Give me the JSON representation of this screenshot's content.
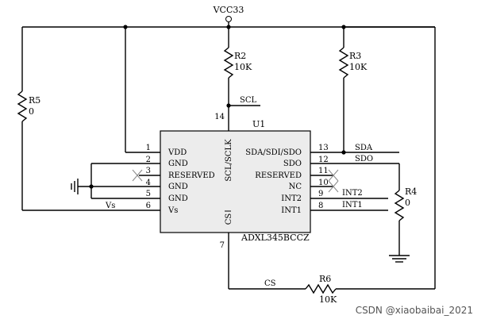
{
  "power": {
    "label": "VCC33"
  },
  "chip": {
    "ref": "U1",
    "part": "ADXL345BCCZ",
    "top_pin_name": "SCL/SCLK",
    "cs_pin_name": "CS"
  },
  "pins_left": [
    {
      "num": "1",
      "name": "VDD"
    },
    {
      "num": "2",
      "name": "GND"
    },
    {
      "num": "3",
      "name": "RESERVED"
    },
    {
      "num": "4",
      "name": "GND"
    },
    {
      "num": "5",
      "name": "GND"
    },
    {
      "num": "6",
      "name": "Vs"
    }
  ],
  "pins_right": [
    {
      "num": "13",
      "name": "SDA/SDI/SDO"
    },
    {
      "num": "12",
      "name": "SDO"
    },
    {
      "num": "11",
      "name": "RESERVED"
    },
    {
      "num": "10",
      "name": "NC"
    },
    {
      "num": "9",
      "name": "INT2"
    },
    {
      "num": "8",
      "name": "INT1"
    }
  ],
  "pin_top_num": "14",
  "pin_bottom_num": "7",
  "nets": {
    "scl": "SCL",
    "sda": "SDA",
    "sdo": "SDO",
    "int2": "INT2",
    "int1": "INT1",
    "vs": "Vs",
    "cs": "CS"
  },
  "resistors": {
    "r2": {
      "ref": "R2",
      "value": "10K"
    },
    "r3": {
      "ref": "R3",
      "value": "10K"
    },
    "r4": {
      "ref": "R4",
      "value": "0"
    },
    "r5": {
      "ref": "R5",
      "value": "0"
    },
    "r6": {
      "ref": "R6",
      "value": "10K"
    }
  },
  "watermark": "CSDN @xiaobaibai_2021"
}
